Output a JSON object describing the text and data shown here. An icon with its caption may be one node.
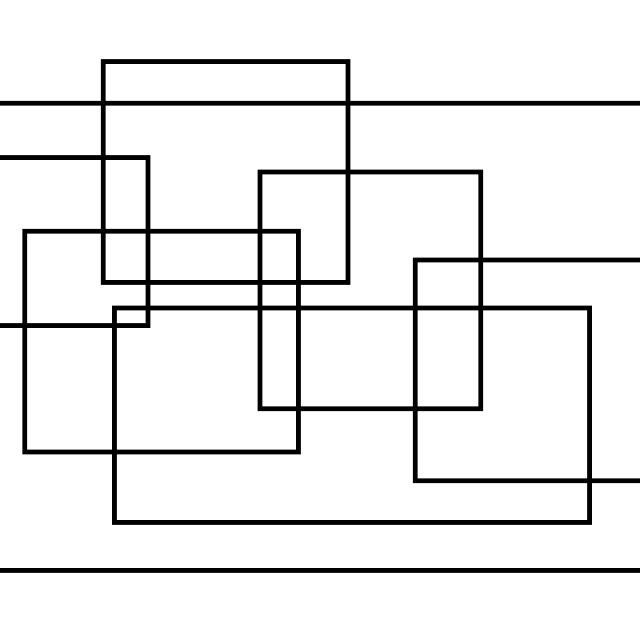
{
  "diagram": {
    "nodes": [
      {
        "text": [],
        "shape": "box"
      },
      {
        "text": [],
        "shape": "box"
      },
      {
        "text": [],
        "shape": "box",
        "in": 0
      },
      {
        "text": [],
        "shape": "box",
        "in": 0
      },
      {
        "text": [],
        "shape": "box",
        "in": 0
      },
      {
        "text": [],
        "shape": "box",
        "in": 0
      },
      {
        "text": [],
        "shape": "box",
        "in": 0
      }
    ]
  }
}
